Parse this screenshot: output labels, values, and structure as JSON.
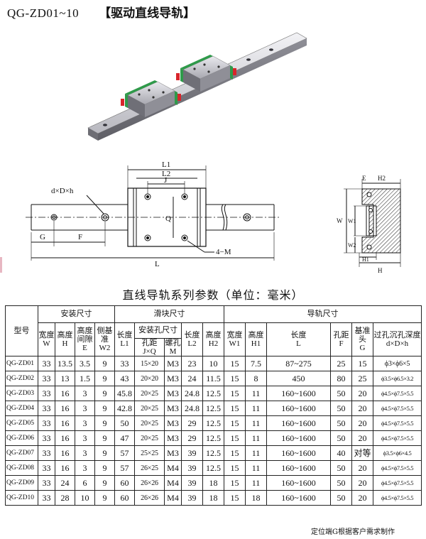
{
  "title": {
    "model": "QG-ZD01~10",
    "name": "【驱动直线导轨】"
  },
  "drawing": {
    "front": {
      "L1": "L1",
      "L2": "L2",
      "J": "J",
      "Q": "Q",
      "M": "4−M",
      "dDh": "d×D×h",
      "G": "G",
      "F": "F",
      "L": "L"
    },
    "side": {
      "E": "E",
      "H2": "H2",
      "W": "W",
      "W1": "W1",
      "W2": "W2",
      "H1": "H1",
      "H": "H"
    }
  },
  "table_title": "直线导轨系列参数（单位：毫米）",
  "headers": {
    "model": "型号",
    "group_install": "安装尺寸",
    "group_slider": "滑块尺寸",
    "group_rail": "导轨尺寸",
    "width": "宽度",
    "W": "W",
    "height": "高度",
    "H": "H",
    "gap": "高度间隙",
    "E": "E",
    "side_datum": "侧基准",
    "W2": "W2",
    "length": "长度",
    "L1": "L1",
    "hole_size": "安装孔尺寸",
    "pitch": "孔距",
    "JxQ": "J×Q",
    "screw": "螺孔",
    "M": "M",
    "L2_label": "长度",
    "L2": "L2",
    "H2_label": "高度",
    "H2": "H2",
    "W1_label": "宽度",
    "W1": "W1",
    "H1_label": "高度",
    "H1": "H1",
    "rail_len_label": "长度",
    "L": "L",
    "hole_pitch": "孔距",
    "F": "F",
    "datum_head": "基准头",
    "G": "G",
    "counterbore": "过孔沉孔深度",
    "dDh": "d×D×h"
  },
  "rows": [
    [
      "QG-ZD01",
      "33",
      "13.5",
      "3.5",
      "9",
      "33",
      "15×20",
      "M3",
      "23",
      "10",
      "15",
      "7.5",
      "87~275",
      "25",
      "15",
      "ϕ3×ϕ6×5"
    ],
    [
      "QG-ZD02",
      "33",
      "13",
      "1.5",
      "9",
      "43",
      "20×20",
      "M3",
      "24",
      "11.5",
      "15",
      "8",
      "450",
      "80",
      "25",
      "ϕ3.5×ϕ6.5×3.2"
    ],
    [
      "QG-ZD03",
      "33",
      "16",
      "3",
      "9",
      "45.8",
      "20×25",
      "M3",
      "24.8",
      "12.5",
      "15",
      "11",
      "160~1600",
      "50",
      "20",
      "ϕ4.5×ϕ7.5×5.5"
    ],
    [
      "QG-ZD04",
      "33",
      "16",
      "3",
      "9",
      "42.8",
      "20×25",
      "M3",
      "24.8",
      "12.5",
      "15",
      "11",
      "160~1600",
      "50",
      "20",
      "ϕ4.5×ϕ7.5×5.5"
    ],
    [
      "QG-ZD05",
      "33",
      "16",
      "3",
      "9",
      "50",
      "20×25",
      "M3",
      "29",
      "12.5",
      "15",
      "11",
      "160~1600",
      "50",
      "20",
      "ϕ4.5×ϕ7.5×5.5"
    ],
    [
      "QG-ZD06",
      "33",
      "16",
      "3",
      "9",
      "47",
      "20×25",
      "M3",
      "29",
      "12.5",
      "15",
      "11",
      "160~1600",
      "50",
      "20",
      "ϕ4.5×ϕ7.5×5.5"
    ],
    [
      "QG-ZD07",
      "33",
      "16",
      "3",
      "9",
      "57",
      "25×25",
      "M3",
      "39",
      "12.5",
      "15",
      "11",
      "160~1600",
      "40",
      "对等",
      "ϕ3.5×ϕ6×4.5"
    ],
    [
      "QG-ZD08",
      "33",
      "16",
      "3",
      "9",
      "57",
      "26×25",
      "M4",
      "39",
      "12.5",
      "15",
      "11",
      "160~1600",
      "50",
      "20",
      "ϕ4.5×ϕ7.5×5.5"
    ],
    [
      "QG-ZD09",
      "33",
      "24",
      "6",
      "9",
      "60",
      "26×26",
      "M4",
      "39",
      "18",
      "15",
      "11",
      "160~1600",
      "50",
      "20",
      "ϕ4.5×ϕ7.5×5.5"
    ],
    [
      "QG-ZD10",
      "33",
      "28",
      "10",
      "9",
      "60",
      "26×26",
      "M4",
      "39",
      "18",
      "15",
      "18",
      "160~1600",
      "50",
      "20",
      "ϕ4.5×ϕ7.5×5.5"
    ]
  ],
  "note": "定位端G根据客户需求制作",
  "colors": {
    "block_green": "#2f9a4a",
    "seal_red": "#d8252b",
    "rail_gray": "#c9c9cf",
    "hatch": "#222222"
  }
}
